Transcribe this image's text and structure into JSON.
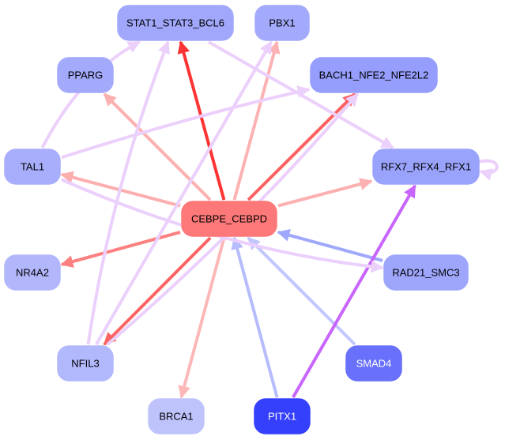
{
  "graph": {
    "nodes": [
      {
        "id": "STAT1_STAT3_BCL6",
        "label": "STAT1_STAT3_BCL6",
        "fill": "#a1a8fc",
        "text": "#000000"
      },
      {
        "id": "PBX1",
        "label": "PBX1",
        "fill": "#a3aafc",
        "text": "#000000"
      },
      {
        "id": "PPARG",
        "label": "PPARG",
        "fill": "#a3aafc",
        "text": "#000000"
      },
      {
        "id": "BACH1_NFE2_NFE2L2",
        "label": "BACH1_NFE2_NFE2L2",
        "fill": "#959efc",
        "text": "#000000"
      },
      {
        "id": "TAL1",
        "label": "TAL1",
        "fill": "#a8aefc",
        "text": "#000000"
      },
      {
        "id": "RFX7_RFX4_RFX1",
        "label": "RFX7_RFX4_RFX1",
        "fill": "#9aa3fc",
        "text": "#000000"
      },
      {
        "id": "CEBPE_CEBPD",
        "label": "CEBPE_CEBPD",
        "fill": "#fd7878",
        "text": "#000000"
      },
      {
        "id": "NR4A2",
        "label": "NR4A2",
        "fill": "#b2b7fc",
        "text": "#000000"
      },
      {
        "id": "RAD21_SMC3",
        "label": "RAD21_SMC3",
        "fill": "#9ea6fc",
        "text": "#000000"
      },
      {
        "id": "NFIL3",
        "label": "NFIL3",
        "fill": "#b2b8fc",
        "text": "#000000"
      },
      {
        "id": "SMAD4",
        "label": "SMAD4",
        "fill": "#6870fc",
        "text": "#ffffff"
      },
      {
        "id": "BRCA1",
        "label": "BRCA1",
        "fill": "#bfc3fc",
        "text": "#000000"
      },
      {
        "id": "PITX1",
        "label": "PITX1",
        "fill": "#3540fc",
        "text": "#ffffff"
      }
    ],
    "edges": [
      {
        "from": "CEBPE_CEBPD",
        "to": "STAT1_STAT3_BCL6",
        "color": "#fc3434"
      },
      {
        "from": "CEBPE_CEBPD",
        "to": "PBX1",
        "color": "#fcb2b2"
      },
      {
        "from": "CEBPE_CEBPD",
        "to": "PPARG",
        "color": "#fcb0b0"
      },
      {
        "from": "CEBPE_CEBPD",
        "to": "BACH1_NFE2_NFE2L2",
        "color": "#fc6262"
      },
      {
        "from": "CEBPE_CEBPD",
        "to": "TAL1",
        "color": "#fcaeae"
      },
      {
        "from": "CEBPE_CEBPD",
        "to": "RFX7_RFX4_RFX1",
        "color": "#fcb0b0"
      },
      {
        "from": "CEBPE_CEBPD",
        "to": "NR4A2",
        "color": "#fc8080"
      },
      {
        "from": "CEBPE_CEBPD",
        "to": "NFIL3",
        "color": "#fc6464"
      },
      {
        "from": "CEBPE_CEBPD",
        "to": "BRCA1",
        "color": "#fcb8b8"
      },
      {
        "from": "RAD21_SMC3",
        "to": "CEBPE_CEBPD",
        "color": "#a0a8fc"
      },
      {
        "from": "SMAD4",
        "to": "CEBPE_CEBPD",
        "color": "#c2c6fc"
      },
      {
        "from": "PITX1",
        "to": "CEBPE_CEBPD",
        "color": "#b6bcfc"
      },
      {
        "from": "PITX1",
        "to": "RFX7_RFX4_RFX1",
        "color": "#c865fc"
      },
      {
        "from": "TAL1",
        "to": "STAT1_STAT3_BCL6",
        "color": "#ecd0fc"
      },
      {
        "from": "TAL1",
        "to": "BACH1_NFE2_NFE2L2",
        "color": "#ecd0fc"
      },
      {
        "from": "TAL1",
        "to": "RAD21_SMC3",
        "color": "#ecd0fc"
      },
      {
        "from": "STAT1_STAT3_BCL6",
        "to": "RFX7_RFX4_RFX1",
        "color": "#ecd0fc"
      },
      {
        "from": "NFIL3",
        "to": "STAT1_STAT3_BCL6",
        "color": "#ecd0fc"
      },
      {
        "from": "NFIL3",
        "to": "PBX1",
        "color": "#ecd0fc"
      },
      {
        "from": "NFIL3",
        "to": "BACH1_NFE2_NFE2L2",
        "color": "#ecd0fc"
      },
      {
        "from": "RFX7_RFX4_RFX1",
        "to": "RFX7_RFX4_RFX1",
        "color": "#ecd0fc"
      }
    ]
  }
}
